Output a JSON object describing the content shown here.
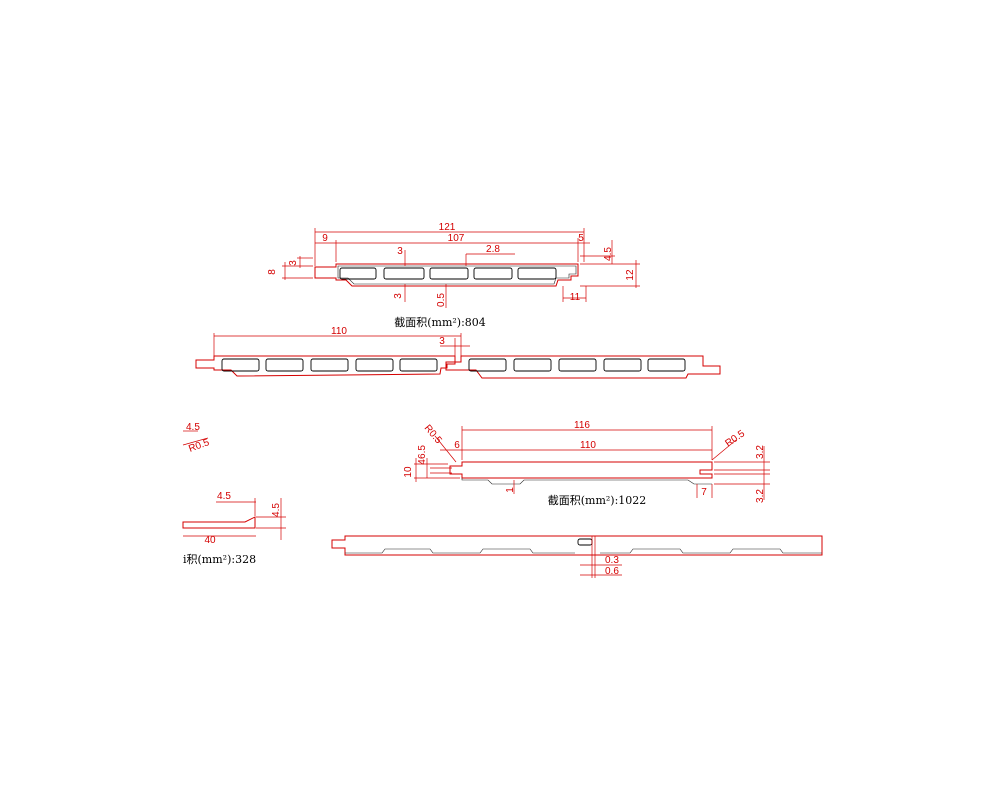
{
  "colors": {
    "dimension": "#d40000",
    "profile": "#000000",
    "background": "#ffffff"
  },
  "profile_a": {
    "dims": {
      "total_width": "121",
      "inner_width": "107",
      "left_offset": "9",
      "right_offset": "5",
      "rib": "3",
      "web": "2.8",
      "right_height": "4.5",
      "thickness": "12",
      "left_height": "8",
      "left_step": "3",
      "bottom_rib": "3",
      "bottom_gap": "0.5",
      "tongue": "11"
    },
    "caption": "截面积(mm²):804"
  },
  "profile_b": {
    "dims": {
      "width": "110",
      "joint": "3"
    }
  },
  "detail_c": {
    "dims": {
      "edge": "4.5",
      "radius": "R0.5"
    }
  },
  "profile_d": {
    "dims": {
      "chamfer": "4.5",
      "height": "4.5",
      "length": "40"
    },
    "caption": "i积(mm²):328"
  },
  "profile_e": {
    "dims": {
      "total_width": "116",
      "face_width": "110",
      "left_offset": "6",
      "left_radius": "R0.5",
      "right_radius": "R0.5",
      "top_right": "3.2",
      "bottom_right": "3.2",
      "thickness": "10",
      "tongue_a": "6.5",
      "tongue_b": "4",
      "groove": "1",
      "right_tab": "7"
    },
    "caption": "截面积(mm²):1022"
  },
  "profile_f": {
    "dims": {
      "gap_a": "0.3",
      "gap_b": "0.6"
    }
  }
}
